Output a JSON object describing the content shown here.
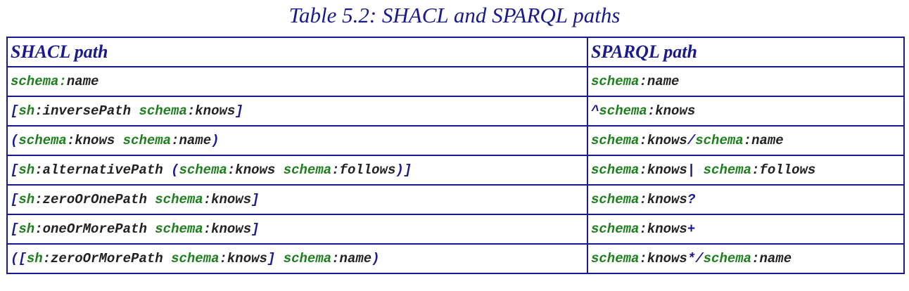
{
  "caption": "Table 5.2: SHACL and SPARQL paths",
  "colors": {
    "navy": "#1a1a8c",
    "green": "#1e7f1e",
    "dark": "#222222"
  },
  "headers": {
    "shacl": "SHACL path",
    "sparql": "SPARQL path"
  },
  "rows": [
    {
      "shacl": [
        {
          "t": "schema",
          "c": "green"
        },
        {
          "t": ":",
          "c": "green"
        },
        {
          "t": "name",
          "c": "dark"
        }
      ],
      "sparql": [
        {
          "t": "schema",
          "c": "green"
        },
        {
          "t": ":",
          "c": "dark"
        },
        {
          "t": "name",
          "c": "dark"
        }
      ]
    },
    {
      "shacl": [
        {
          "t": "[",
          "c": "blue"
        },
        {
          "t": "sh",
          "c": "green"
        },
        {
          "t": ":",
          "c": "dark"
        },
        {
          "t": "inversePath ",
          "c": "dark"
        },
        {
          "t": "schema",
          "c": "green"
        },
        {
          "t": ":",
          "c": "dark"
        },
        {
          "t": "knows",
          "c": "dark"
        },
        {
          "t": "]",
          "c": "blue"
        }
      ],
      "sparql": [
        {
          "t": "^",
          "c": "blue"
        },
        {
          "t": "schema",
          "c": "green"
        },
        {
          "t": ":",
          "c": "dark"
        },
        {
          "t": "knows",
          "c": "dark"
        }
      ]
    },
    {
      "shacl": [
        {
          "t": "(",
          "c": "blue"
        },
        {
          "t": "schema",
          "c": "green"
        },
        {
          "t": ":",
          "c": "dark"
        },
        {
          "t": "knows ",
          "c": "dark"
        },
        {
          "t": "schema",
          "c": "green"
        },
        {
          "t": ":",
          "c": "dark"
        },
        {
          "t": "name",
          "c": "dark"
        },
        {
          "t": ")",
          "c": "blue"
        }
      ],
      "sparql": [
        {
          "t": "schema",
          "c": "green"
        },
        {
          "t": ":",
          "c": "dark"
        },
        {
          "t": "knows",
          "c": "dark"
        },
        {
          "t": "/",
          "c": "blue"
        },
        {
          "t": "schema",
          "c": "green"
        },
        {
          "t": ":",
          "c": "dark"
        },
        {
          "t": "name",
          "c": "dark"
        }
      ]
    },
    {
      "shacl": [
        {
          "t": "[",
          "c": "blue"
        },
        {
          "t": "sh",
          "c": "green"
        },
        {
          "t": ":",
          "c": "dark"
        },
        {
          "t": "alternativePath ",
          "c": "dark"
        },
        {
          "t": "(",
          "c": "blue"
        },
        {
          "t": "schema",
          "c": "green"
        },
        {
          "t": ":",
          "c": "dark"
        },
        {
          "t": "knows ",
          "c": "dark"
        },
        {
          "t": "schema",
          "c": "green"
        },
        {
          "t": ":",
          "c": "dark"
        },
        {
          "t": "follows",
          "c": "dark"
        },
        {
          "t": ")]",
          "c": "blue"
        }
      ],
      "sparql": [
        {
          "t": "schema",
          "c": "green"
        },
        {
          "t": ":",
          "c": "dark"
        },
        {
          "t": "knows",
          "c": "dark"
        },
        {
          "t": "| ",
          "c": "blue"
        },
        {
          "t": "schema",
          "c": "green"
        },
        {
          "t": ":",
          "c": "dark"
        },
        {
          "t": "follows",
          "c": "dark"
        }
      ]
    },
    {
      "shacl": [
        {
          "t": "[",
          "c": "blue"
        },
        {
          "t": "sh",
          "c": "green"
        },
        {
          "t": ":",
          "c": "dark"
        },
        {
          "t": "zeroOrOnePath ",
          "c": "dark"
        },
        {
          "t": "schema",
          "c": "green"
        },
        {
          "t": ":",
          "c": "dark"
        },
        {
          "t": "knows",
          "c": "dark"
        },
        {
          "t": "]",
          "c": "blue"
        }
      ],
      "sparql": [
        {
          "t": "schema",
          "c": "green"
        },
        {
          "t": ":",
          "c": "dark"
        },
        {
          "t": "knows",
          "c": "dark"
        },
        {
          "t": "?",
          "c": "blue"
        }
      ]
    },
    {
      "shacl": [
        {
          "t": "[",
          "c": "blue"
        },
        {
          "t": "sh",
          "c": "green"
        },
        {
          "t": ":",
          "c": "dark"
        },
        {
          "t": "oneOrMorePath ",
          "c": "dark"
        },
        {
          "t": "schema",
          "c": "green"
        },
        {
          "t": ":",
          "c": "dark"
        },
        {
          "t": "knows",
          "c": "dark"
        },
        {
          "t": "]",
          "c": "blue"
        }
      ],
      "sparql": [
        {
          "t": "schema",
          "c": "green"
        },
        {
          "t": ":",
          "c": "dark"
        },
        {
          "t": "knows",
          "c": "dark"
        },
        {
          "t": "+",
          "c": "blue"
        }
      ]
    },
    {
      "shacl": [
        {
          "t": "([",
          "c": "blue"
        },
        {
          "t": "sh",
          "c": "green"
        },
        {
          "t": ":",
          "c": "dark"
        },
        {
          "t": "zeroOrMorePath ",
          "c": "dark"
        },
        {
          "t": "schema",
          "c": "green"
        },
        {
          "t": ":",
          "c": "dark"
        },
        {
          "t": "knows",
          "c": "dark"
        },
        {
          "t": "] ",
          "c": "blue"
        },
        {
          "t": "schema",
          "c": "green"
        },
        {
          "t": ":",
          "c": "dark"
        },
        {
          "t": "name",
          "c": "dark"
        },
        {
          "t": ")",
          "c": "blue"
        }
      ],
      "sparql": [
        {
          "t": "schema",
          "c": "green"
        },
        {
          "t": ":",
          "c": "dark"
        },
        {
          "t": "knows",
          "c": "dark"
        },
        {
          "t": "*/",
          "c": "blue"
        },
        {
          "t": "schema",
          "c": "green"
        },
        {
          "t": ":",
          "c": "dark"
        },
        {
          "t": "name",
          "c": "dark"
        }
      ]
    }
  ]
}
